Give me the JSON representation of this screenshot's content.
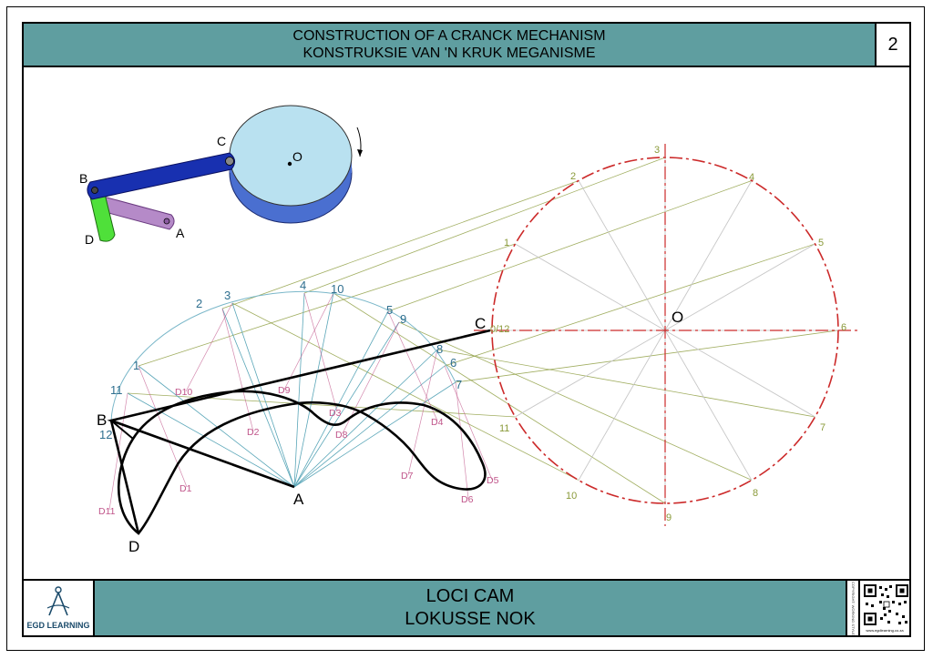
{
  "header": {
    "title_line1": "CONSTRUCTION OF A CRANCK MECHANISM",
    "title_line2": "KONSTRUKSIE VAN 'N KRUK MEGANISME",
    "page_number": "2"
  },
  "footer": {
    "logo_text": "EGD LEARNING",
    "title_line1": "LOCI CAM",
    "title_line2": "LOKUSSE NOK",
    "copyright": "COPYRIGHT: WORKING STYLE",
    "url": "www.egdlearning.co.za"
  },
  "mechanism_labels": {
    "a": "A",
    "b": "B",
    "c": "C",
    "d": "D",
    "o": "O"
  },
  "circle_points": [
    "0/12",
    "1",
    "2",
    "3",
    "4",
    "5",
    "6",
    "7",
    "8",
    "9",
    "10",
    "11"
  ],
  "arc_points": [
    "1",
    "2",
    "3",
    "4",
    "5",
    "6",
    "7",
    "8",
    "9",
    "10",
    "11",
    "12"
  ],
  "locus_points": [
    "D1",
    "D2",
    "D3",
    "D4",
    "D5",
    "D6",
    "D7",
    "D8",
    "D9",
    "D10",
    "D11"
  ],
  "colors": {
    "header_bg": "#5f9ea0",
    "disc_fill": "#b9e1f0",
    "disc_side": "#4a6fd0",
    "link_bc": "#1830b0",
    "link_ab": "#b58ac8",
    "link_bd": "#4fe03a",
    "circle_red": "#cc2a2a",
    "olive": "#8a9a3a",
    "teal": "#2f6f8f",
    "pink": "#c0558a"
  }
}
